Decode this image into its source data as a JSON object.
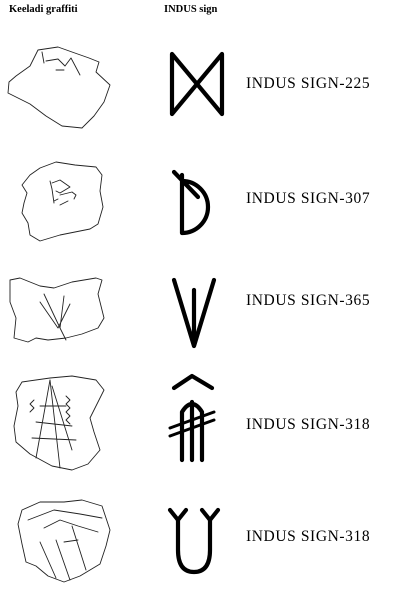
{
  "headers": {
    "graffiti": "Keeladi graffiti",
    "sign": "INDUS sign"
  },
  "rows": [
    {
      "label_prefix": "INDUS SIGN-",
      "label_number": "225",
      "sign_icon": "indus-sign-225-icon",
      "graffiti_icon": "graffiti-sherd-1-icon"
    },
    {
      "label_prefix": "INDUS SIGN-",
      "label_number": "307",
      "sign_icon": "indus-sign-307-icon",
      "graffiti_icon": "graffiti-sherd-2-icon"
    },
    {
      "label_prefix": "INDUS SIGN-",
      "label_number": "365",
      "sign_icon": "indus-sign-365-icon",
      "graffiti_icon": "graffiti-sherd-3-icon"
    },
    {
      "label_prefix": "INDUS SIGN-",
      "label_number": "318",
      "sign_icon": "indus-sign-318-arch-icon",
      "graffiti_icon": "graffiti-sherd-4-icon"
    },
    {
      "label_prefix": "INDUS SIGN-",
      "label_number": "318",
      "sign_icon": "indus-sign-318-fork-icon",
      "graffiti_icon": "graffiti-sherd-5-icon"
    }
  ]
}
